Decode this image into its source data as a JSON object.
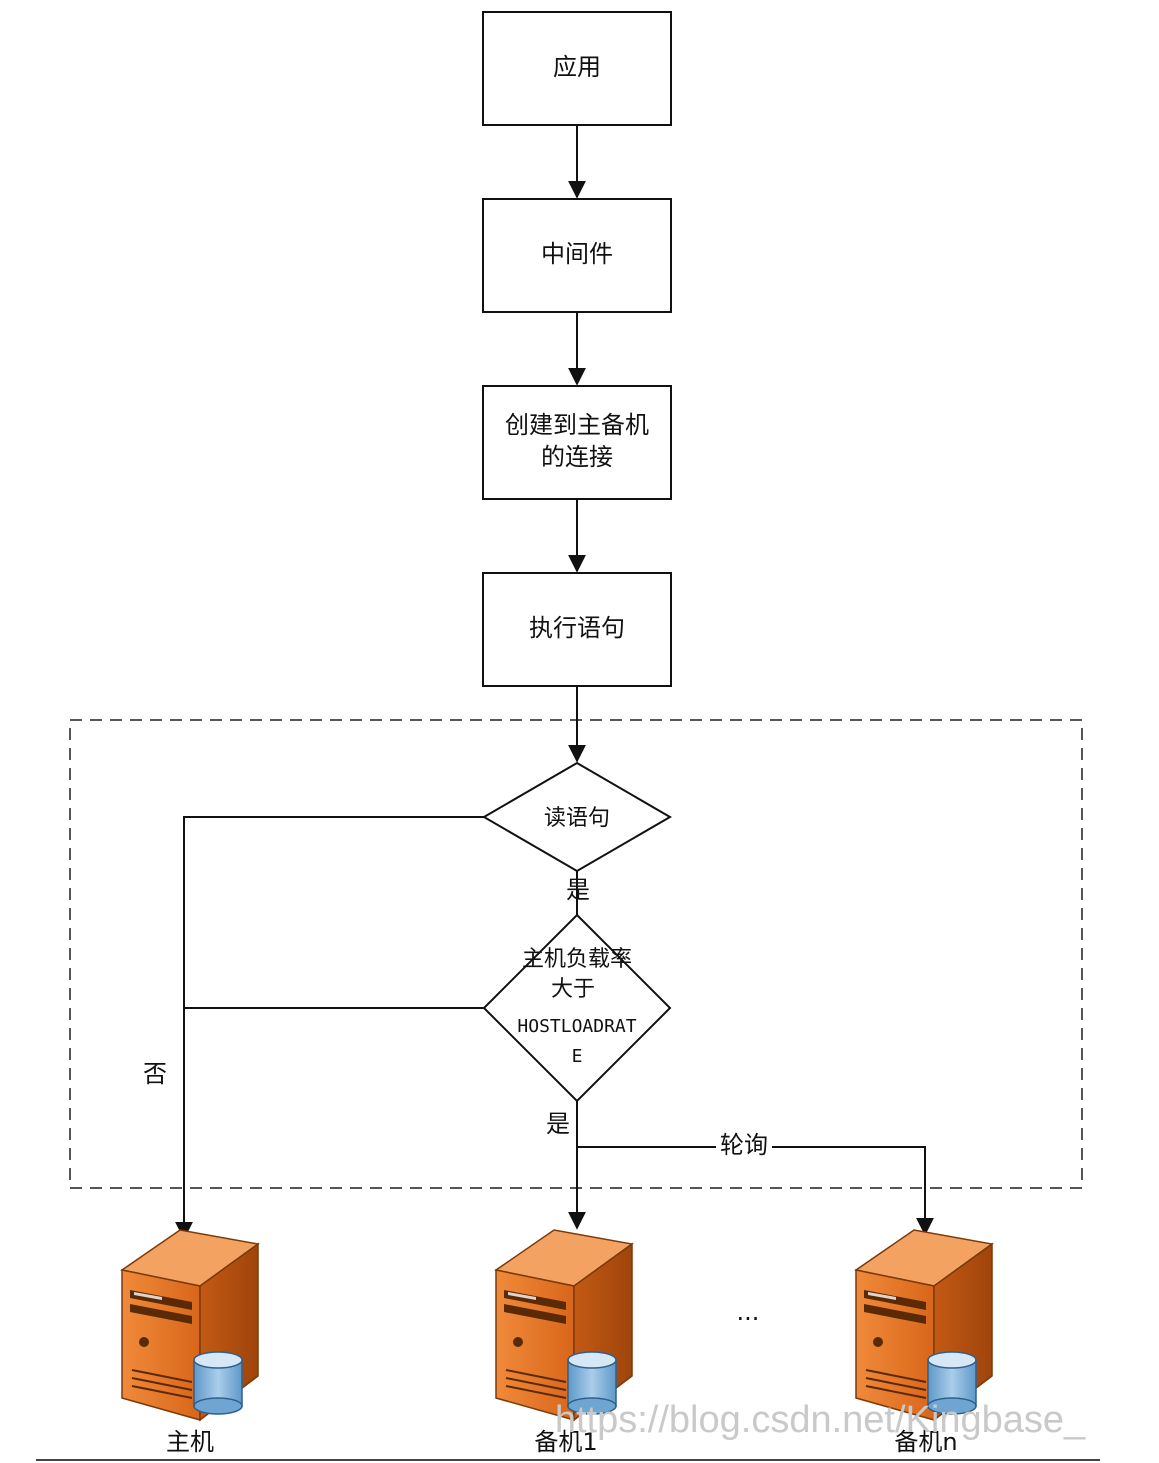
{
  "nodes": {
    "app": "应用",
    "middleware": "中间件",
    "connect_line1": "创建到主备机",
    "connect_line2": "的连接",
    "execute": "执行语句"
  },
  "decisions": {
    "read": "读语句",
    "load_line1": "主机负载率",
    "load_line2": "大于",
    "load_line3": "HOSTLOADRAT",
    "load_line4": "E"
  },
  "edges": {
    "yes_read": "是",
    "yes_load": "是",
    "no": "否",
    "poll": "轮询"
  },
  "servers": {
    "primary": "主机",
    "standby1": "备机1",
    "ellipsis": "...",
    "standbyn": "备机n"
  },
  "watermark": "https://blog.csdn.net/Kingbase_",
  "colors": {
    "server_orange": "#e0731f",
    "server_dark": "#b9540f",
    "db_blue": "#7fb3de"
  }
}
